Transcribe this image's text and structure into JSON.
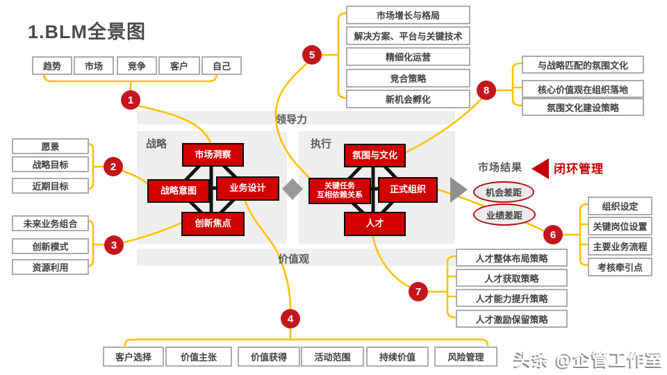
{
  "title": "1.BLM全景图",
  "colors": {
    "accent_yellow": "#FFC000",
    "node_red": "#D10000",
    "marker_red": "#C4161D",
    "loop_red": "#C00000",
    "panel_gray": "#EFEFEF",
    "arrow_gray": "#8F8F8F",
    "text_gray": "#595959"
  },
  "top_inputs": {
    "items": [
      "趋势",
      "市场",
      "竞争",
      "客户",
      "自己"
    ]
  },
  "groups": {
    "g1": {
      "number": "1"
    },
    "g2": {
      "number": "2",
      "items": [
        "愿景",
        "战略目标",
        "近期目标"
      ]
    },
    "g3": {
      "number": "3",
      "items": [
        "未来业务组合",
        "创新模式",
        "资源利用"
      ]
    },
    "g4": {
      "number": "4",
      "items": [
        "客户选择",
        "价值主张",
        "价值获得",
        "活动范围",
        "持续价值",
        "风险管理"
      ]
    },
    "g5": {
      "number": "5",
      "items": [
        "市场增长与格局",
        "解决方案、平台与关键技术",
        "精细化运营",
        "竞合策略",
        "新机会孵化"
      ]
    },
    "g6": {
      "number": "6",
      "items": [
        "组织设定",
        "关键岗位设置",
        "主要业务流程",
        "考核牵引点"
      ]
    },
    "g7": {
      "number": "7",
      "items": [
        "人才整体布局策略",
        "人才获取策略",
        "人才能力提升策略",
        "人才激励保留策略"
      ]
    },
    "g8": {
      "number": "8",
      "items": [
        "与战略匹配的氛围文化",
        "核心价值观在组织落地",
        "氛围文化建设策略"
      ]
    }
  },
  "model": {
    "leadership_label": "领导力",
    "values_label": "价值观",
    "strategy_label": "战略",
    "execution_label": "执行",
    "strategy_nodes": {
      "top": "市场洞察",
      "left": "战略意图",
      "right": "业务设计",
      "bottom": "创新焦点"
    },
    "execution_nodes": {
      "top": "氛围与文化",
      "left_line1": "关键任务",
      "left_line2": "互相依赖关系",
      "right": "正式组织",
      "bottom": "人才"
    }
  },
  "results": {
    "label": "市场结果",
    "loop_label": "闭环管理",
    "gaps": [
      "机会差距",
      "业绩差距"
    ]
  },
  "watermark": "头条 @企管工作室"
}
